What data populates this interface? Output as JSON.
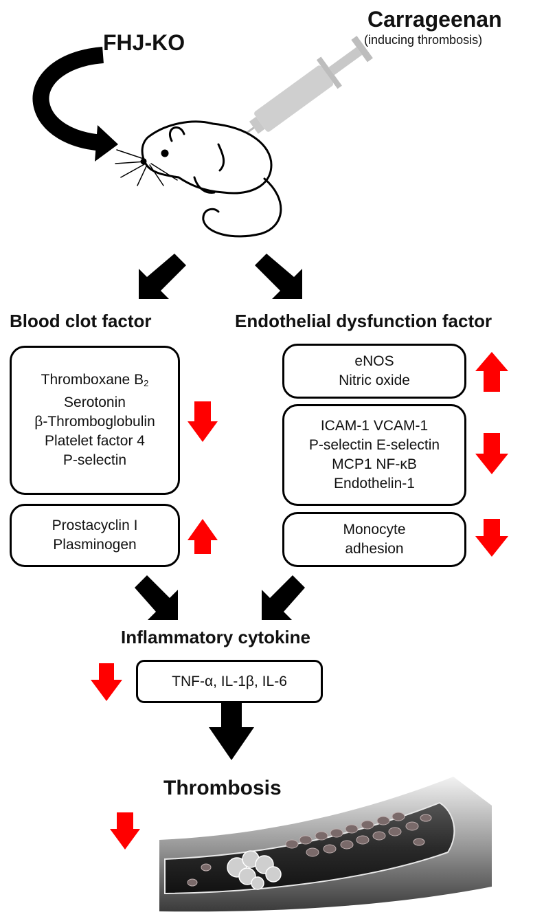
{
  "top": {
    "left_label": "FHJ-KO",
    "right_label": "Carrageenan",
    "right_sublabel": "(inducing thrombosis)"
  },
  "blood_clot": {
    "title": "Blood clot factor",
    "box1": {
      "items": [
        "Thromboxane B",
        "Serotonin",
        "β-Thromboglobulin",
        "Platelet factor 4",
        "P-selectin"
      ],
      "subscript": "2",
      "direction": "down"
    },
    "box2": {
      "items": [
        "Prostacyclin I",
        "Plasminogen"
      ],
      "direction": "up"
    }
  },
  "endothelial": {
    "title": "Endothelial dysfunction factor",
    "box1": {
      "items": [
        "eNOS",
        "Nitric oxide"
      ],
      "direction": "up"
    },
    "box2": {
      "items": [
        "ICAM-1 VCAM-1",
        "P-selectin E-selectin",
        "MCP1 NF-κB",
        "Endothelin-1"
      ],
      "direction": "down"
    },
    "box3": {
      "items": [
        "Monocyte",
        "adhesion"
      ],
      "direction": "down"
    }
  },
  "cytokine": {
    "title": "Inflammatory cytokine",
    "text": "TNF-α, IL-1β, IL-6",
    "direction": "down"
  },
  "outcome": {
    "title": "Thrombosis",
    "direction": "down"
  },
  "colors": {
    "indicator_red": "#ff0000",
    "flow_black": "#000000",
    "syringe_gray": "#c8c8c8"
  }
}
